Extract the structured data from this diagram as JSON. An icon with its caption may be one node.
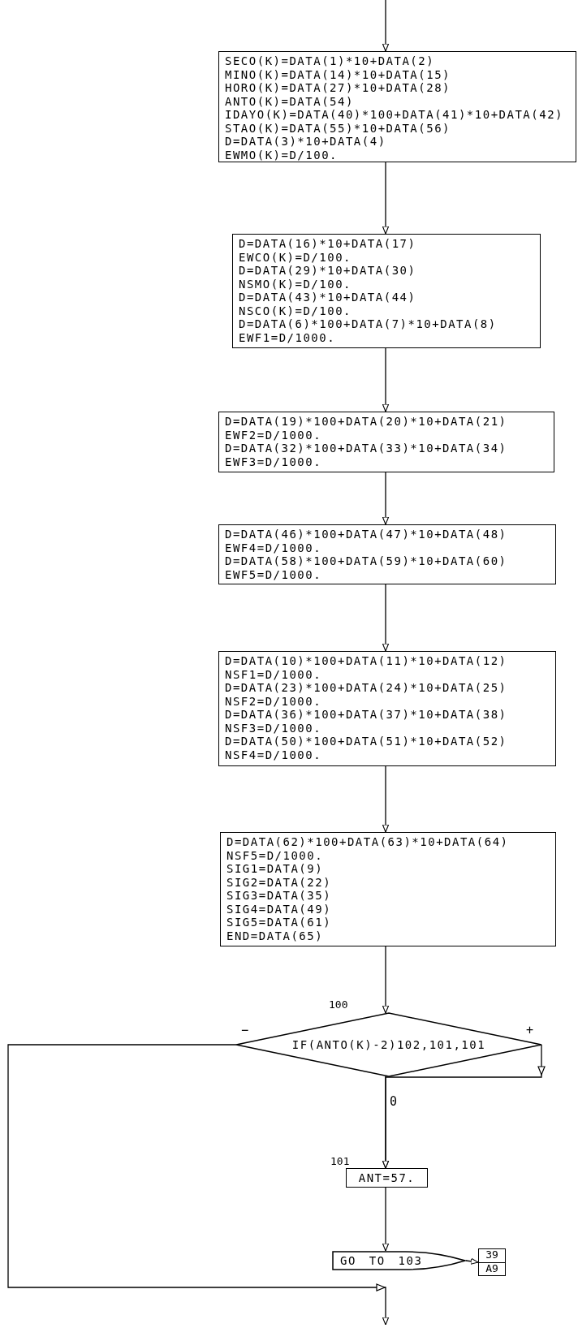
{
  "diagram": {
    "nodes": [
      {
        "text": [
          "SECO(K)=DATA(1)*10+DATA(2)",
          "MINO(K)=DATA(14)*10+DATA(15)",
          "HORO(K)=DATA(27)*10+DATA(28)",
          "ANTO(K)=DATA(54)",
          "IDAYO(K)=DATA(40)*100+DATA(41)*10+DATA(42)",
          "STAO(K)=DATA(55)*10+DATA(56)",
          "D=DATA(3)*10+DATA(4)",
          "EWMO(K)=D/100."
        ]
      },
      {
        "text": [
          "D=DATA(16)*10+DATA(17)",
          "EWCO(K)=D/100.",
          "D=DATA(29)*10+DATA(30)",
          "NSMO(K)=D/100.",
          "D=DATA(43)*10+DATA(44)",
          "NSCO(K)=D/100.",
          "D=DATA(6)*100+DATA(7)*10+DATA(8)",
          "EWF1=D/1000."
        ]
      },
      {
        "text": [
          "D=DATA(19)*100+DATA(20)*10+DATA(21)",
          "EWF2=D/1000.",
          "D=DATA(32)*100+DATA(33)*10+DATA(34)",
          "EWF3=D/1000."
        ]
      },
      {
        "text": [
          "D=DATA(46)*100+DATA(47)*10+DATA(48)",
          "EWF4=D/1000.",
          "D=DATA(58)*100+DATA(59)*10+DATA(60)",
          "EWF5=D/1000."
        ]
      },
      {
        "text": [
          "D=DATA(10)*100+DATA(11)*10+DATA(12)",
          "NSF1=D/1000.",
          "D=DATA(23)*100+DATA(24)*10+DATA(25)",
          "NSF2=D/1000.",
          "D=DATA(36)*100+DATA(37)*10+DATA(38)",
          "NSF3=D/1000.",
          "D=DATA(50)*100+DATA(51)*10+DATA(52)",
          "NSF4=D/1000."
        ]
      },
      {
        "text": [
          "D=DATA(62)*100+DATA(63)*10+DATA(64)",
          "NSF5=D/1000.",
          "SIG1=DATA(9)",
          "SIG2=DATA(22)",
          "SIG3=DATA(35)",
          "SIG4=DATA(49)",
          "SIG5=DATA(61)",
          "END=DATA(65)"
        ]
      },
      {
        "text": [
          "IF(ANTO(K)-2)102,101,101"
        ],
        "beside": [
          "100"
        ]
      },
      {
        "text": [
          "ANT=57."
        ],
        "beside": [
          "101"
        ]
      },
      {
        "text": [
          "GO TO 103"
        ]
      },
      {
        "text": [
          "39",
          "A9"
        ]
      }
    ],
    "edges": [
      {
        "from": null,
        "to": 0,
        "arrow": "to"
      },
      {
        "from": 0,
        "to": 1,
        "arrow": "to"
      },
      {
        "from": 1,
        "to": 2,
        "arrow": "to"
      },
      {
        "from": 2,
        "to": 3,
        "arrow": "to"
      },
      {
        "from": 3,
        "to": 4,
        "arrow": "to"
      },
      {
        "from": 4,
        "to": 5,
        "arrow": "to"
      },
      {
        "from": 5,
        "to": 6,
        "arrow": "to"
      },
      {
        "from": 6,
        "to": null,
        "arrow": "to",
        "label": "−"
      },
      {
        "from": 6,
        "to": 7,
        "arrow": "to",
        "label": "0"
      },
      {
        "from": 6,
        "to": 7,
        "arrow": "to",
        "label": "+"
      },
      {
        "from": 7,
        "to": 8,
        "arrow": "to"
      },
      {
        "from": 8,
        "to": 9,
        "arrow": "to"
      }
    ]
  }
}
